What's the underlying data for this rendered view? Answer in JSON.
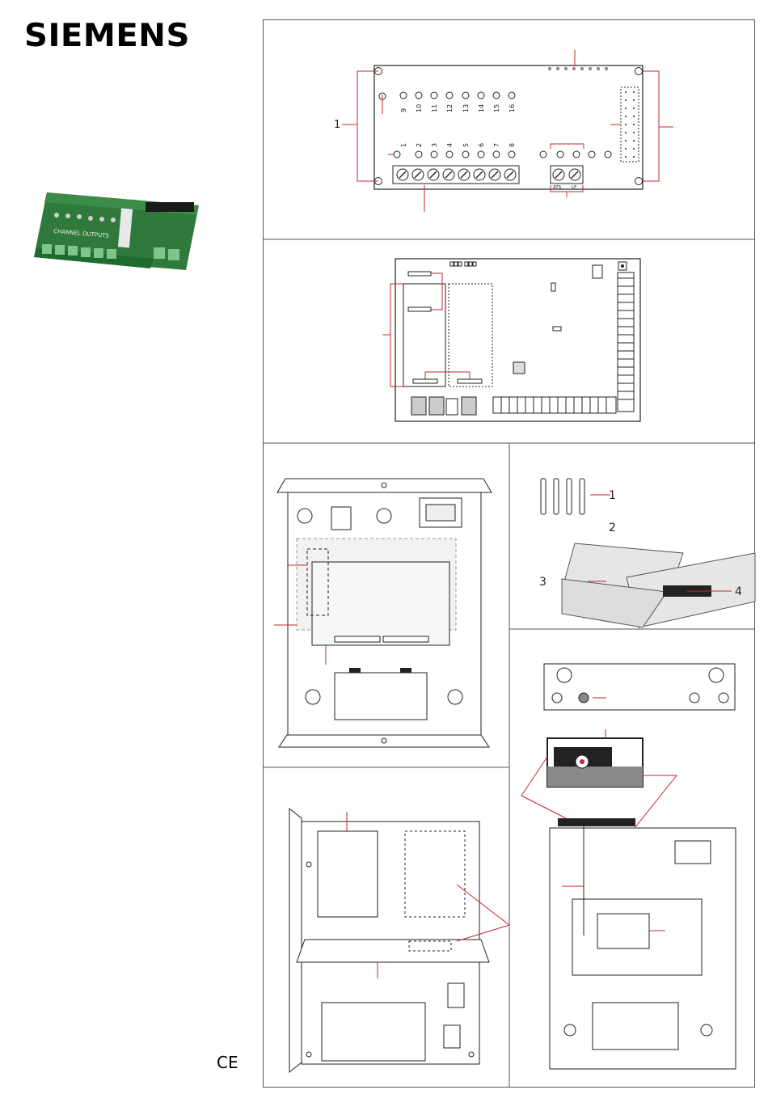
{
  "brand": {
    "logo_text": "SIEMENS",
    "ce_mark": "CE"
  },
  "product_photo": {
    "silkscreen": "CHANNEL   OUTPUTS"
  },
  "panel1": {
    "callouts": [
      "1"
    ],
    "channels_top": [
      "9",
      "10",
      "11",
      "12",
      "13",
      "14",
      "15",
      "16"
    ],
    "channels_bottom": [
      "1",
      "2",
      "3",
      "4",
      "5",
      "6",
      "7",
      "8"
    ],
    "terminal_labels": [
      "ATS",
      "LF"
    ]
  },
  "panel4": {
    "callouts": [
      "1",
      "2",
      "3",
      "4"
    ]
  },
  "colors": {
    "callout_line": "#c0282f",
    "frame": "#333333",
    "board_fill": "#f2f2f2"
  }
}
